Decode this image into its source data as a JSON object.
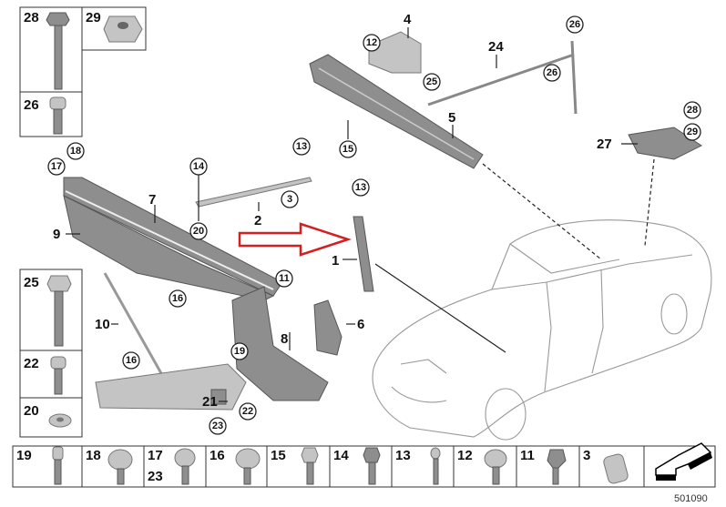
{
  "diagram_id": "501090",
  "arrow_color": "#d42020",
  "fastener_boxes_top": [
    {
      "label": "28",
      "part": "bolt"
    },
    {
      "label": "29",
      "part": "nut"
    },
    {
      "label": "26",
      "part": "bolt"
    }
  ],
  "fastener_boxes_left": [
    {
      "label": "25",
      "part": "bolt"
    },
    {
      "label": "22",
      "part": "bolt"
    },
    {
      "label": "20",
      "part": "washer"
    }
  ],
  "fastener_row": [
    {
      "label": "19"
    },
    {
      "label": "18"
    },
    {
      "label": "17",
      "label2": "23"
    },
    {
      "label": "16"
    },
    {
      "label": "15"
    },
    {
      "label": "14"
    },
    {
      "label": "13"
    },
    {
      "label": "12"
    },
    {
      "label": "11"
    },
    {
      "label": "3"
    }
  ],
  "callouts": {
    "plain": [
      "7",
      "9",
      "2",
      "1",
      "6",
      "8",
      "10",
      "21",
      "4",
      "24",
      "5",
      "27"
    ],
    "circled": [
      "12",
      "26",
      "25",
      "26",
      "15",
      "13",
      "14",
      "3",
      "20",
      "13",
      "17",
      "18",
      "16",
      "11",
      "19",
      "16",
      "22",
      "23",
      "28",
      "29"
    ]
  }
}
